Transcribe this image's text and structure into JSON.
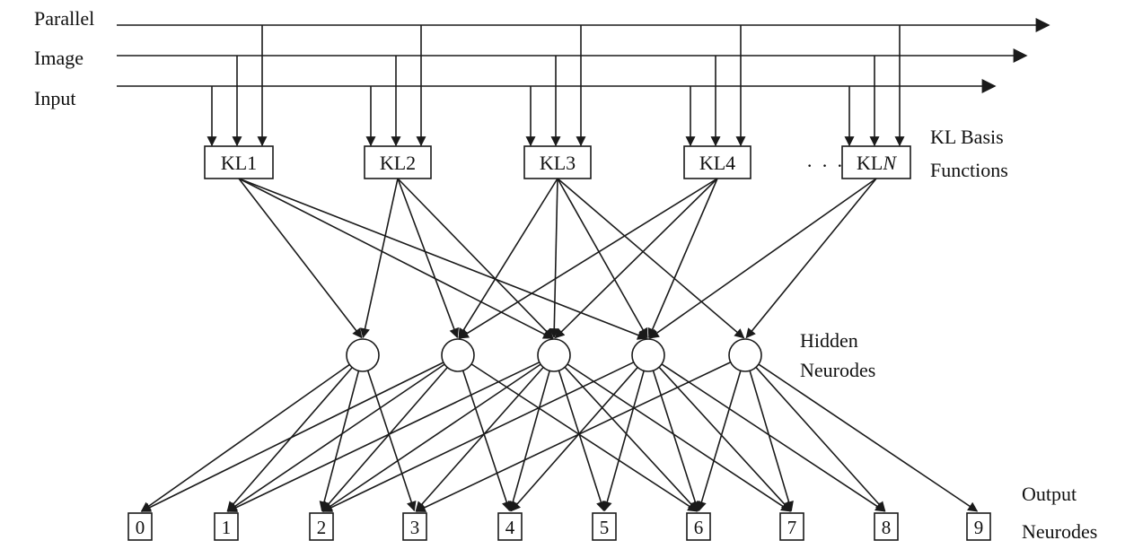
{
  "input_labels": {
    "line1": "Parallel",
    "line2": "Image",
    "line3": "Input"
  },
  "kl_units": [
    {
      "label": "KL1",
      "italic": false
    },
    {
      "label": "KL2",
      "italic": false
    },
    {
      "label": "KL3",
      "italic": false
    },
    {
      "label": "KL4",
      "italic": false
    },
    {
      "label": "KL",
      "suffix": "N",
      "italic_suffix": true
    }
  ],
  "ellipsis": "· · ·",
  "kl_caption": {
    "line1": "KL Basis",
    "line2": "Functions"
  },
  "hidden_caption": {
    "line1": "Hidden",
    "line2": "Neurodes"
  },
  "hidden_count": 5,
  "outputs": [
    "0",
    "1",
    "2",
    "3",
    "4",
    "5",
    "6",
    "7",
    "8",
    "9"
  ],
  "output_caption": {
    "line1": "Output",
    "line2": "Neurodes"
  }
}
